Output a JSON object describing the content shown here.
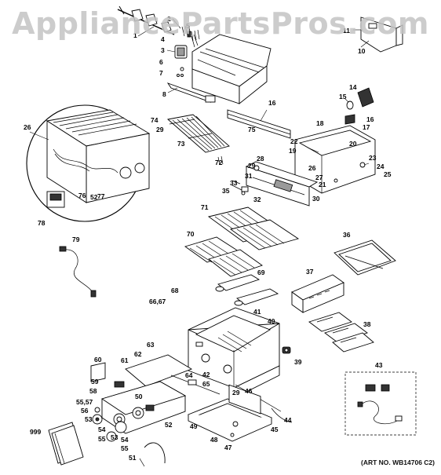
{
  "watermark": "AppliancePartsPros.com",
  "art_number": "(ART NO. WB14706 C2)",
  "callouts": [
    {
      "label": "1"
    },
    {
      "label": "2"
    },
    {
      "label": "3"
    },
    {
      "label": "4"
    },
    {
      "label": "5"
    },
    {
      "label": "6"
    },
    {
      "label": "7"
    },
    {
      "label": "8"
    },
    {
      "label": "10"
    },
    {
      "label": "11"
    },
    {
      "label": "14"
    },
    {
      "label": "15"
    },
    {
      "label": "16"
    },
    {
      "label": "16"
    },
    {
      "label": "17"
    },
    {
      "label": "18"
    },
    {
      "label": "19"
    },
    {
      "label": "20"
    },
    {
      "label": "21"
    },
    {
      "label": "22"
    },
    {
      "label": "23"
    },
    {
      "label": "24"
    },
    {
      "label": "25"
    },
    {
      "label": "26"
    },
    {
      "label": "26"
    },
    {
      "label": "27"
    },
    {
      "label": "28"
    },
    {
      "label": "29"
    },
    {
      "label": "29"
    },
    {
      "label": "29"
    },
    {
      "label": "30"
    },
    {
      "label": "31"
    },
    {
      "label": "32"
    },
    {
      "label": "33"
    },
    {
      "label": "35"
    },
    {
      "label": "36"
    },
    {
      "label": "37"
    },
    {
      "label": "38"
    },
    {
      "label": "39"
    },
    {
      "label": "40"
    },
    {
      "label": "41"
    },
    {
      "label": "42"
    },
    {
      "label": "43"
    },
    {
      "label": "44"
    },
    {
      "label": "45"
    },
    {
      "label": "46"
    },
    {
      "label": "47"
    },
    {
      "label": "48"
    },
    {
      "label": "49"
    },
    {
      "label": "50"
    },
    {
      "label": "51"
    },
    {
      "label": "52"
    },
    {
      "label": "52"
    },
    {
      "label": "53"
    },
    {
      "label": "53"
    },
    {
      "label": "54"
    },
    {
      "label": "54"
    },
    {
      "label": "55"
    },
    {
      "label": "55"
    },
    {
      "label": "55,57"
    },
    {
      "label": "56"
    },
    {
      "label": "58"
    },
    {
      "label": "59"
    },
    {
      "label": "60"
    },
    {
      "label": "61"
    },
    {
      "label": "62"
    },
    {
      "label": "63"
    },
    {
      "label": "64"
    },
    {
      "label": "65"
    },
    {
      "label": "66,67"
    },
    {
      "label": "68"
    },
    {
      "label": "69"
    },
    {
      "label": "70"
    },
    {
      "label": "71"
    },
    {
      "label": "72"
    },
    {
      "label": "73"
    },
    {
      "label": "74"
    },
    {
      "label": "75"
    },
    {
      "label": "76"
    },
    {
      "label": "77"
    },
    {
      "label": "78"
    },
    {
      "label": "79"
    },
    {
      "label": "999"
    }
  ]
}
